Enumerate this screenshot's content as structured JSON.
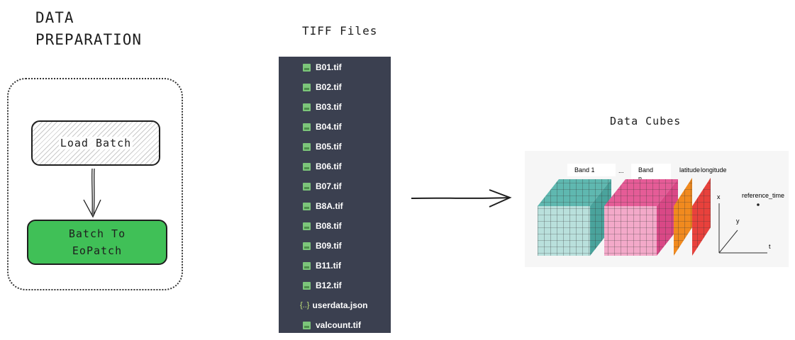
{
  "title": "DATA\nPREPARATION",
  "nodes": {
    "load_batch": "Load Batch",
    "batch_to_eopatch": "Batch To\nEoPatch"
  },
  "tiff": {
    "title": "TIFF Files",
    "files": [
      {
        "name": "B01.tif",
        "type": "image"
      },
      {
        "name": "B02.tif",
        "type": "image"
      },
      {
        "name": "B03.tif",
        "type": "image"
      },
      {
        "name": "B04.tif",
        "type": "image"
      },
      {
        "name": "B05.tif",
        "type": "image"
      },
      {
        "name": "B06.tif",
        "type": "image"
      },
      {
        "name": "B07.tif",
        "type": "image"
      },
      {
        "name": "B8A.tif",
        "type": "image"
      },
      {
        "name": "B08.tif",
        "type": "image"
      },
      {
        "name": "B09.tif",
        "type": "image"
      },
      {
        "name": "B11.tif",
        "type": "image"
      },
      {
        "name": "B12.tif",
        "type": "image"
      },
      {
        "name": "userdata.json",
        "type": "json"
      },
      {
        "name": "valcount.tif",
        "type": "image"
      }
    ]
  },
  "cubes": {
    "title": "Data Cubes",
    "band1": "Band 1",
    "ellipsis": "...",
    "bandn": "Band",
    "bandn_sub": "n",
    "latitude": "latitude",
    "longitude": "longitude",
    "axis_x": "x",
    "axis_y": "y",
    "axis_t": "t",
    "reference_time": "reference_time"
  },
  "colors": {
    "teal": "#5fb8b0",
    "teal_front": "#b9e0dc",
    "pink": "#e55c97",
    "pink_front": "#f3a9c9",
    "orange": "#f18a1e",
    "red": "#e8413c",
    "green": "#40c057",
    "panel": "#3b4050"
  }
}
